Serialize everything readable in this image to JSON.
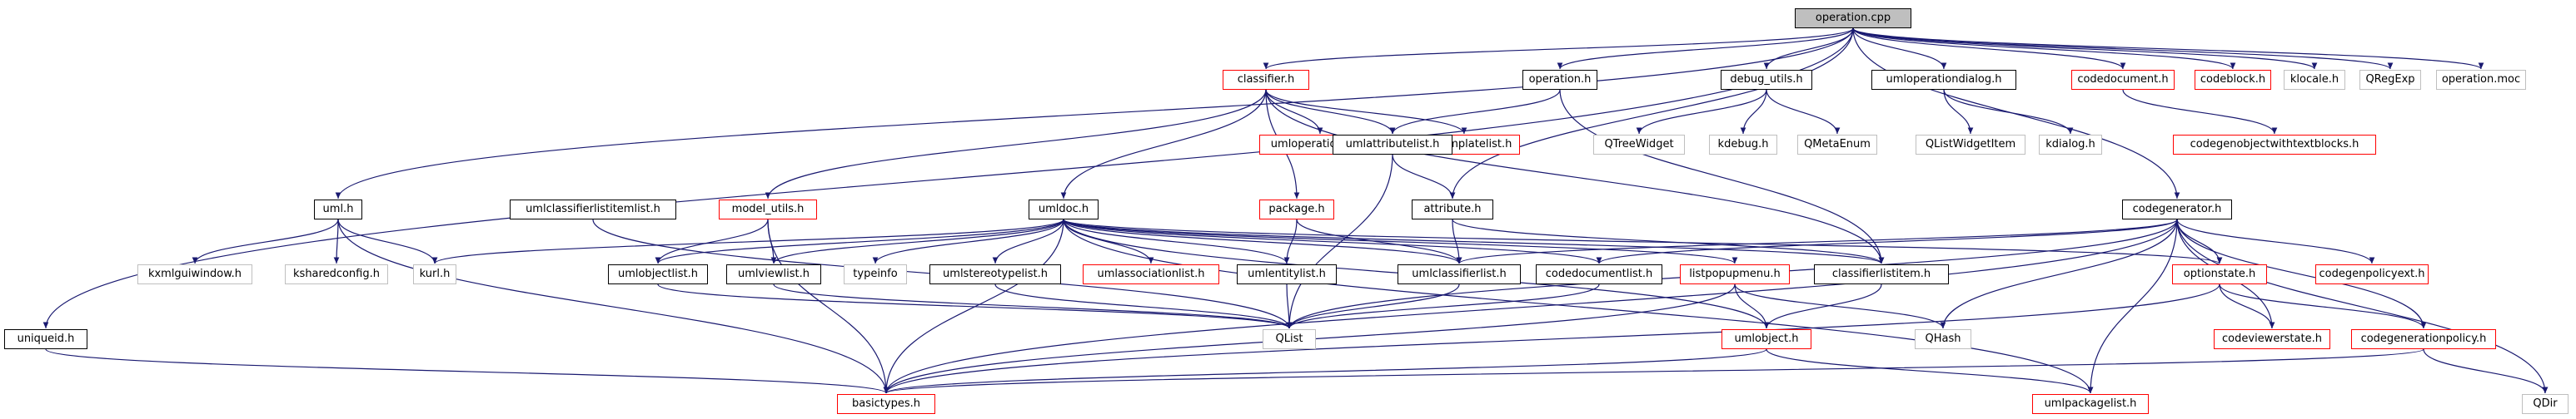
{
  "nodes": [
    {
      "id": "root",
      "label": "operation.cpp",
      "style": "root"
    },
    {
      "id": "classifier",
      "label": "classifier.h",
      "style": "red"
    },
    {
      "id": "operation_h",
      "label": "operation.h",
      "style": "black"
    },
    {
      "id": "debug_utils",
      "label": "debug_utils.h",
      "style": "black"
    },
    {
      "id": "umloperationdialog",
      "label": "umloperationdialog.h",
      "style": "black"
    },
    {
      "id": "codedocument",
      "label": "codedocument.h",
      "style": "red"
    },
    {
      "id": "codeblock",
      "label": "codeblock.h",
      "style": "red"
    },
    {
      "id": "klocale",
      "label": "klocale.h",
      "style": "gray"
    },
    {
      "id": "qregexp",
      "label": "QRegExp",
      "style": "gray"
    },
    {
      "id": "operation_moc",
      "label": "operation.moc",
      "style": "gray"
    },
    {
      "id": "umloperationlist",
      "label": "umloperationlist.h",
      "style": "red"
    },
    {
      "id": "umltemplatelist",
      "label": "umltemplatelist.h",
      "style": "red"
    },
    {
      "id": "umlattributelist",
      "label": "umlattributelist.h",
      "style": "black"
    },
    {
      "id": "qtreewidget",
      "label": "QTreeWidget",
      "style": "gray"
    },
    {
      "id": "kdebug",
      "label": "kdebug.h",
      "style": "gray"
    },
    {
      "id": "qmetaenum",
      "label": "QMetaEnum",
      "style": "gray"
    },
    {
      "id": "qlistwidgetitem",
      "label": "QListWidgetItem",
      "style": "gray"
    },
    {
      "id": "kdialog",
      "label": "kdialog.h",
      "style": "gray"
    },
    {
      "id": "codegenobjectwithtextblocks",
      "label": "codegenobjectwithtextblocks.h",
      "style": "red"
    },
    {
      "id": "uml_h",
      "label": "uml.h",
      "style": "black"
    },
    {
      "id": "umlclassifierlistitemlist",
      "label": "umlclassifierlistitemlist.h",
      "style": "black"
    },
    {
      "id": "model_utils",
      "label": "model_utils.h",
      "style": "red"
    },
    {
      "id": "umldoc",
      "label": "umldoc.h",
      "style": "black"
    },
    {
      "id": "package_h",
      "label": "package.h",
      "style": "red"
    },
    {
      "id": "attribute_h",
      "label": "attribute.h",
      "style": "black"
    },
    {
      "id": "codegenerator",
      "label": "codegenerator.h",
      "style": "black"
    },
    {
      "id": "kxmlguiwindow",
      "label": "kxmlguiwindow.h",
      "style": "gray"
    },
    {
      "id": "ksharedconfig",
      "label": "ksharedconfig.h",
      "style": "gray"
    },
    {
      "id": "kurl",
      "label": "kurl.h",
      "style": "gray"
    },
    {
      "id": "umlobjectlist",
      "label": "umlobjectlist.h",
      "style": "black"
    },
    {
      "id": "umlviewlist",
      "label": "umlviewlist.h",
      "style": "black"
    },
    {
      "id": "typeinfo",
      "label": "typeinfo",
      "style": "gray"
    },
    {
      "id": "umlstereotypelist",
      "label": "umlstereotypelist.h",
      "style": "black"
    },
    {
      "id": "umlassociationlist",
      "label": "umlassociationlist.h",
      "style": "red"
    },
    {
      "id": "umlentitylist",
      "label": "umlentitylist.h",
      "style": "black"
    },
    {
      "id": "umlclassifierlist",
      "label": "umlclassifierlist.h",
      "style": "black"
    },
    {
      "id": "codedocumentlist",
      "label": "codedocumentlist.h",
      "style": "black"
    },
    {
      "id": "listpopupmenu",
      "label": "listpopupmenu.h",
      "style": "red"
    },
    {
      "id": "classifierlistitem",
      "label": "classifierlistitem.h",
      "style": "black"
    },
    {
      "id": "optionstate",
      "label": "optionstate.h",
      "style": "red"
    },
    {
      "id": "codegenpolicyext",
      "label": "codegenpolicyext.h",
      "style": "red"
    },
    {
      "id": "uniqueid",
      "label": "uniqueid.h",
      "style": "black"
    },
    {
      "id": "qlist",
      "label": "QList",
      "style": "gray"
    },
    {
      "id": "umlobject",
      "label": "umlobject.h",
      "style": "red"
    },
    {
      "id": "qhash",
      "label": "QHash",
      "style": "gray"
    },
    {
      "id": "codeviewerstate",
      "label": "codeviewerstate.h",
      "style": "red"
    },
    {
      "id": "codegenerationpolicy",
      "label": "codegenerationpolicy.h",
      "style": "red"
    },
    {
      "id": "basictypes",
      "label": "basictypes.h",
      "style": "red"
    },
    {
      "id": "umlpackagelist",
      "label": "umlpackagelist.h",
      "style": "red"
    },
    {
      "id": "qdir",
      "label": "QDir",
      "style": "gray"
    }
  ],
  "edges": [
    [
      "root",
      "classifier"
    ],
    [
      "root",
      "operation_h"
    ],
    [
      "root",
      "debug_utils"
    ],
    [
      "root",
      "umloperationdialog"
    ],
    [
      "root",
      "codedocument"
    ],
    [
      "root",
      "codeblock"
    ],
    [
      "root",
      "klocale"
    ],
    [
      "root",
      "qregexp"
    ],
    [
      "root",
      "operation_moc"
    ],
    [
      "root",
      "uml_h"
    ],
    [
      "root",
      "uniqueid"
    ],
    [
      "root",
      "attribute_h"
    ],
    [
      "root",
      "codegenerator"
    ],
    [
      "classifier",
      "umloperationlist"
    ],
    [
      "classifier",
      "umltemplatelist"
    ],
    [
      "classifier",
      "umlattributelist"
    ],
    [
      "classifier",
      "model_utils"
    ],
    [
      "classifier",
      "umldoc"
    ],
    [
      "classifier",
      "package_h"
    ],
    [
      "classifier",
      "classifierlistitem"
    ],
    [
      "operation_h",
      "umlattributelist"
    ],
    [
      "operation_h",
      "classifierlistitem"
    ],
    [
      "debug_utils",
      "qtreewidget"
    ],
    [
      "debug_utils",
      "kdebug"
    ],
    [
      "debug_utils",
      "qmetaenum"
    ],
    [
      "umloperationdialog",
      "qlistwidgetitem"
    ],
    [
      "umloperationdialog",
      "kdialog"
    ],
    [
      "codedocument",
      "codegenobjectwithtextblocks"
    ],
    [
      "umlattributelist",
      "attribute_h"
    ],
    [
      "umlattributelist",
      "qlist"
    ],
    [
      "uml_h",
      "kxmlguiwindow"
    ],
    [
      "uml_h",
      "ksharedconfig"
    ],
    [
      "uml_h",
      "kurl"
    ],
    [
      "uml_h",
      "basictypes"
    ],
    [
      "umlclassifierlistitemlist",
      "qlist"
    ],
    [
      "model_utils",
      "umlobjectlist"
    ],
    [
      "model_utils",
      "umlviewlist"
    ],
    [
      "model_utils",
      "basictypes"
    ],
    [
      "umldoc",
      "kurl"
    ],
    [
      "umldoc",
      "umlobjectlist"
    ],
    [
      "umldoc",
      "umlviewlist"
    ],
    [
      "umldoc",
      "typeinfo"
    ],
    [
      "umldoc",
      "umlstereotypelist"
    ],
    [
      "umldoc",
      "umlassociationlist"
    ],
    [
      "umldoc",
      "umlentitylist"
    ],
    [
      "umldoc",
      "umlclassifierlist"
    ],
    [
      "umldoc",
      "codedocumentlist"
    ],
    [
      "umldoc",
      "listpopupmenu"
    ],
    [
      "umldoc",
      "classifierlistitem"
    ],
    [
      "umldoc",
      "optionstate"
    ],
    [
      "umldoc",
      "basictypes"
    ],
    [
      "umldoc",
      "umlpackagelist"
    ],
    [
      "umldoc",
      "umlobject"
    ],
    [
      "package_h",
      "umlentitylist"
    ],
    [
      "package_h",
      "umlclassifierlist"
    ],
    [
      "attribute_h",
      "umlclassifierlist"
    ],
    [
      "attribute_h",
      "classifierlistitem"
    ],
    [
      "codegenerator",
      "umlclassifierlist"
    ],
    [
      "codegenerator",
      "codedocumentlist"
    ],
    [
      "codegenerator",
      "optionstate"
    ],
    [
      "codegenerator",
      "codegenpolicyext"
    ],
    [
      "codegenerator",
      "codegenerationpolicy"
    ],
    [
      "codegenerator",
      "basictypes"
    ],
    [
      "codegenerator",
      "umlpackagelist"
    ],
    [
      "codegenerator",
      "qdir"
    ],
    [
      "codegenerator",
      "qlist"
    ],
    [
      "codegenerator",
      "qhash"
    ],
    [
      "codegenerator",
      "codeviewerstate"
    ],
    [
      "umlobjectlist",
      "qlist"
    ],
    [
      "umlviewlist",
      "qlist"
    ],
    [
      "umlstereotypelist",
      "qlist"
    ],
    [
      "umlentitylist",
      "qlist"
    ],
    [
      "umlclassifierlist",
      "qlist"
    ],
    [
      "codedocumentlist",
      "qlist"
    ],
    [
      "listpopupmenu",
      "umlobject"
    ],
    [
      "listpopupmenu",
      "qhash"
    ],
    [
      "listpopupmenu",
      "basictypes"
    ],
    [
      "classifierlistitem",
      "umlobject"
    ],
    [
      "optionstate",
      "codeviewerstate"
    ],
    [
      "optionstate",
      "codegenerationpolicy"
    ],
    [
      "optionstate",
      "basictypes"
    ],
    [
      "codegenerationpolicy",
      "basictypes"
    ],
    [
      "codegenerationpolicy",
      "qdir"
    ],
    [
      "uniqueid",
      "basictypes"
    ],
    [
      "umlobject",
      "basictypes"
    ],
    [
      "umlobject",
      "umlpackagelist"
    ]
  ],
  "colors": {
    "edge": "#191970",
    "black_border": "#000000",
    "red_border": "#ff0000",
    "gray_border": "#bfbfbf",
    "root_fill": "#bfbfbf"
  }
}
